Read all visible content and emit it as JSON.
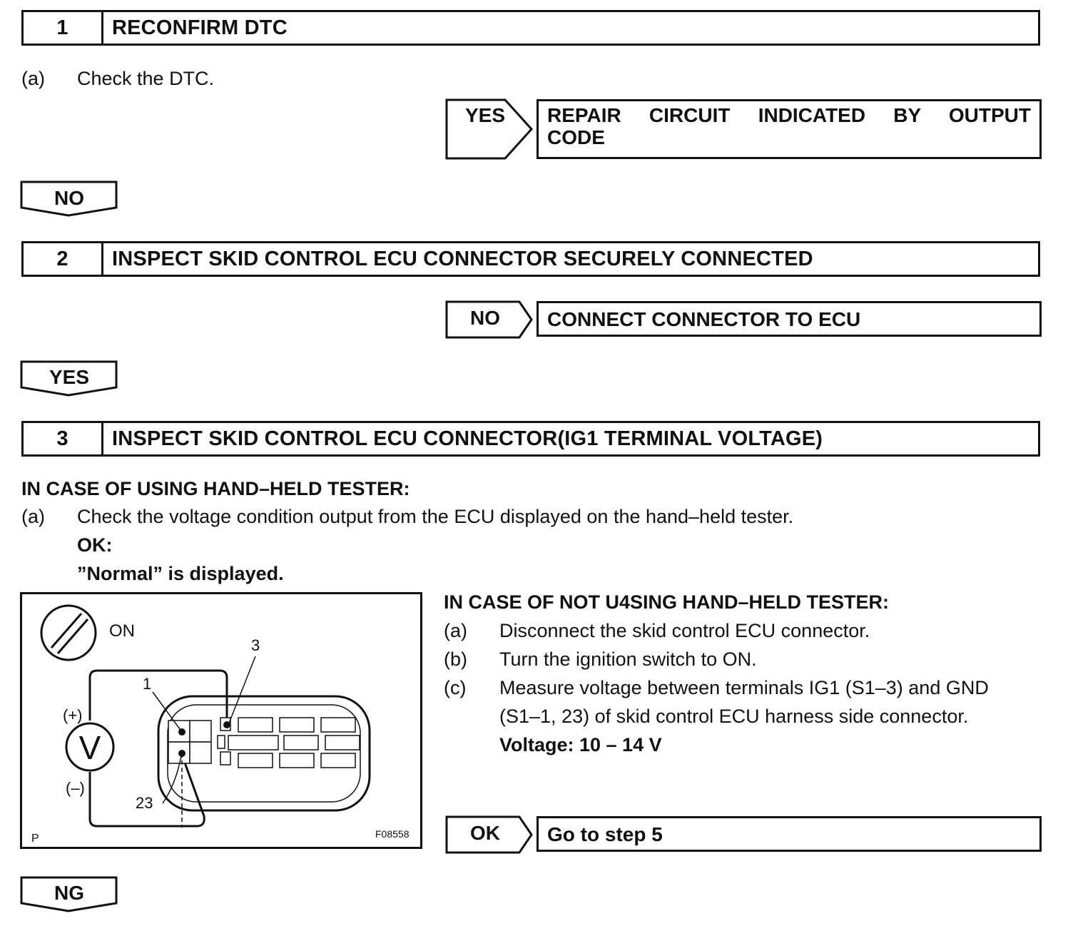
{
  "steps": [
    {
      "num": "1",
      "title": "RECONFIRM DTC"
    },
    {
      "num": "2",
      "title": "INSPECT SKID CONTROL ECU CONNECTOR SECURELY CONNECTED"
    },
    {
      "num": "3",
      "title": "INSPECT SKID CONTROL ECU CONNECTOR(IG1 TERMINAL VOLTAGE)"
    }
  ],
  "step1": {
    "item_a_label": "(a)",
    "item_a_text": "Check the DTC.",
    "branch_label": "YES",
    "branch_result_line1": "REPAIR CIRCUIT INDICATED BY OUTPUT",
    "branch_result_line2": "CODE",
    "down_label": "NO"
  },
  "step2": {
    "branch_label": "NO",
    "branch_result": "CONNECT CONNECTOR TO ECU",
    "down_label": "YES"
  },
  "step3": {
    "tester_heading": "IN CASE OF USING HAND–HELD TESTER:",
    "tester_a_label": "(a)",
    "tester_a_text": "Check the voltage condition output from the ECU displayed on the hand–held tester.",
    "ok_label": "OK:",
    "ok_value": "”Normal” is displayed.",
    "no_tester_heading": "IN CASE OF NOT U4SING HAND–HELD TESTER:",
    "items": [
      {
        "label": "(a)",
        "text": "Disconnect the skid control ECU connector."
      },
      {
        "label": "(b)",
        "text": "Turn the ignition switch to ON."
      },
      {
        "label": "(c)",
        "text": "Measure voltage between terminals IG1 (S1–3) and GND"
      }
    ],
    "item_c_cont": "(S1–1, 23) of skid control ECU harness side connector.",
    "spec": "Voltage: 10 – 14 V",
    "branch_label": "OK",
    "branch_result": "Go to step 5",
    "down_label": "NG"
  },
  "diagram": {
    "ignition_label": "ON",
    "plus_label": "(+)",
    "minus_label": "(–)",
    "meter_label": "V",
    "terminal_1": "1",
    "terminal_3": "3",
    "terminal_23": "23",
    "corner_label": "P",
    "figure_code": "F08558"
  }
}
